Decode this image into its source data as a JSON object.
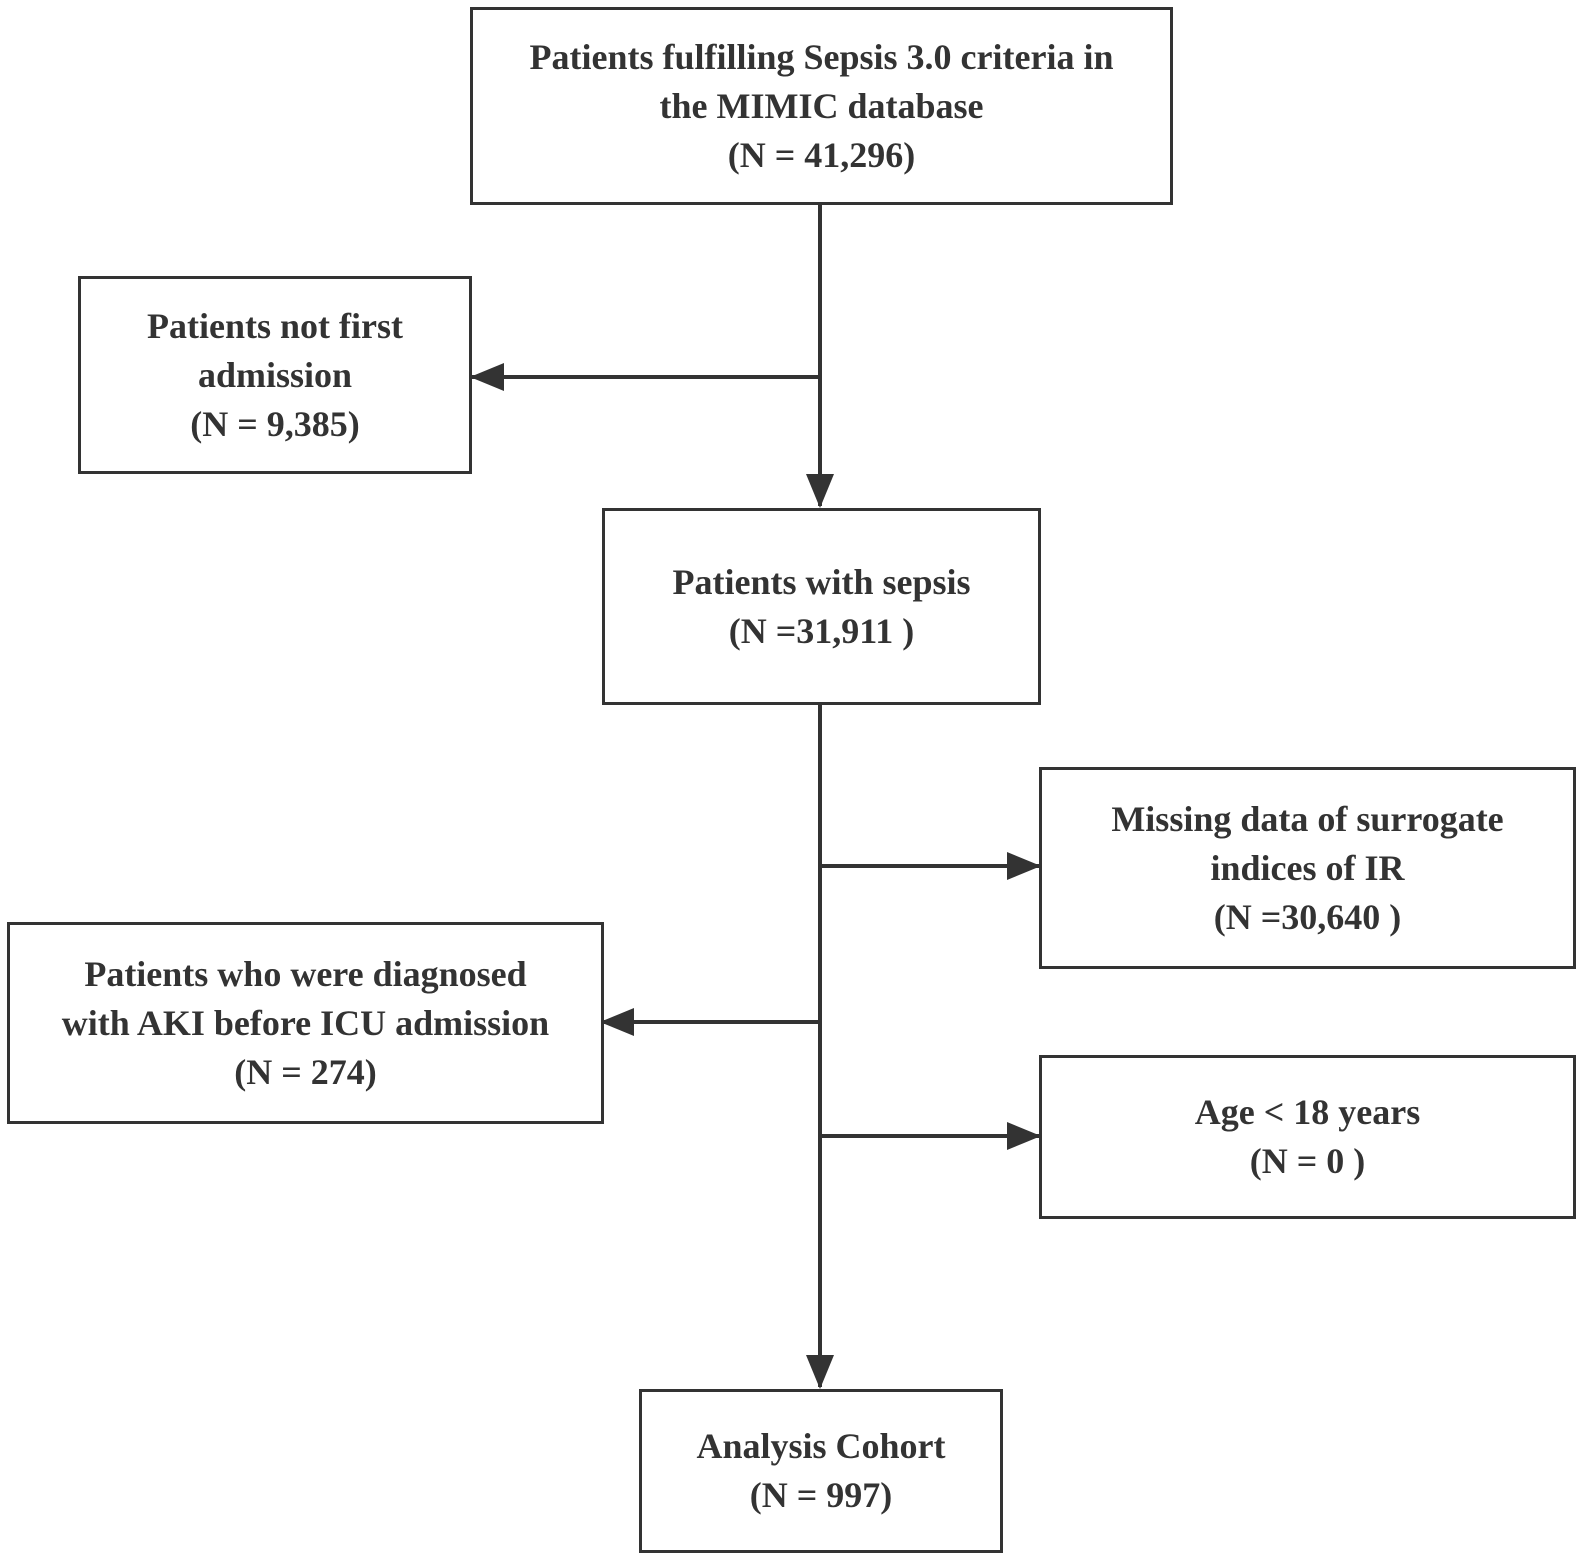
{
  "flowchart": {
    "colors": {
      "stroke": "#333333",
      "text": "#333333",
      "background": "#ffffff"
    },
    "nodes": {
      "sepsis_criteria": {
        "lines": [
          "Patients fulfilling Sepsis 3.0 criteria in",
          "the MIMIC database",
          "(N = 41,296)"
        ]
      },
      "not_first_admission": {
        "lines": [
          "Patients not first",
          "admission",
          "(N = 9,385)"
        ]
      },
      "patients_with_sepsis": {
        "lines": [
          "Patients with sepsis",
          "(N =31,911 )"
        ]
      },
      "missing_ir_data": {
        "lines": [
          "Missing data of surrogate",
          "indices of IR",
          "(N =30,640 )"
        ]
      },
      "aki_before_icu": {
        "lines": [
          "Patients who were diagnosed",
          "with AKI before ICU admission",
          "(N = 274)"
        ]
      },
      "age_under_18": {
        "lines": [
          "Age < 18 years",
          "(N = 0 )"
        ]
      },
      "analysis_cohort": {
        "lines": [
          "Analysis Cohort",
          "(N = 997)"
        ]
      }
    }
  }
}
